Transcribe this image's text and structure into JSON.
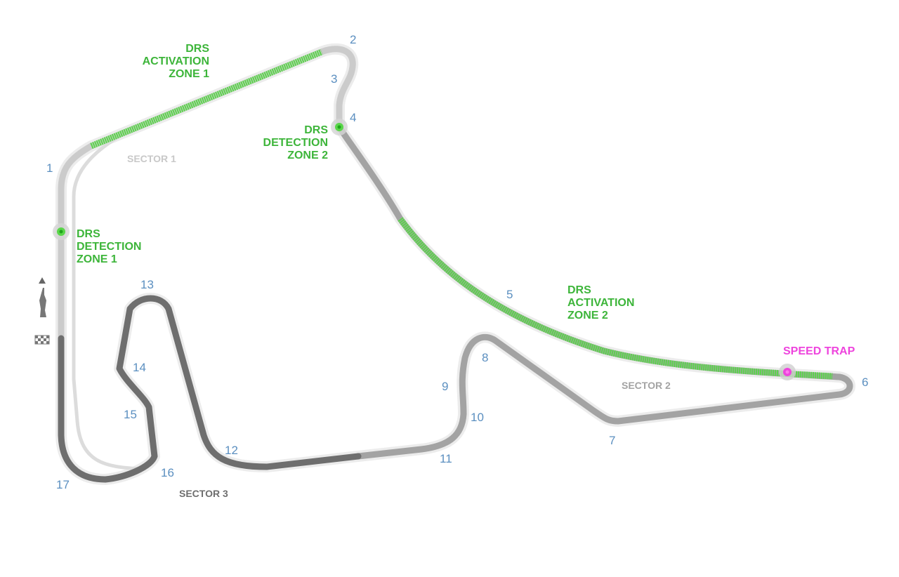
{
  "colors": {
    "sector1": "#cbcbcb",
    "sector2": "#a3a3a3",
    "sector3": "#6e6e6e",
    "drs": "#5ad64a",
    "turn_label": "#5b8fc0",
    "speed_trap": "#ee44dd"
  },
  "turns": [
    "1",
    "2",
    "3",
    "4",
    "5",
    "6",
    "7",
    "8",
    "9",
    "10",
    "11",
    "12",
    "13",
    "14",
    "15",
    "16",
    "17"
  ],
  "drs": {
    "activation_1": [
      "DRS",
      "ACTIVATION",
      "ZONE 1"
    ],
    "activation_2": [
      "DRS",
      "ACTIVATION",
      "ZONE 2"
    ],
    "detection_1": [
      "DRS",
      "DETECTION",
      "ZONE 1"
    ],
    "detection_2": [
      "DRS",
      "DETECTION",
      "ZONE 2"
    ]
  },
  "sectors": {
    "s1": "SECTOR 1",
    "s2": "SECTOR 2",
    "s3": "SECTOR 3"
  },
  "speed_trap": "SPEED TRAP",
  "icons": {
    "direction": "triangle-up",
    "start": "checkered-flag"
  }
}
